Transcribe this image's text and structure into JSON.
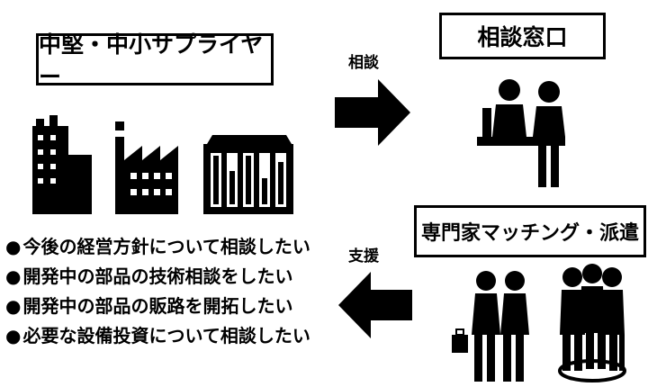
{
  "supplier": {
    "title": "中堅・中小サプライヤー"
  },
  "consult": {
    "title": "相談窓口"
  },
  "expert": {
    "title": "専門家マッチング・派遣"
  },
  "flows": {
    "consult_label": "相談",
    "support_label": "支援"
  },
  "needs": [
    "今後の経営方針について相談したい",
    "開発中の部品の技術相談をしたい",
    "開発中の部品の販路を開拓したい",
    "必要な設備投資について相談したい"
  ],
  "icons": {
    "factory_1": "factory-building-icon",
    "factory_2": "factory-icon",
    "factory_3": "workshop-icon",
    "consultation": "consultation-desk-icon",
    "handshake": "handshake-icon",
    "expert_group": "expert-group-icon"
  },
  "colors": {
    "ink": "#000000",
    "background": "#ffffff"
  }
}
